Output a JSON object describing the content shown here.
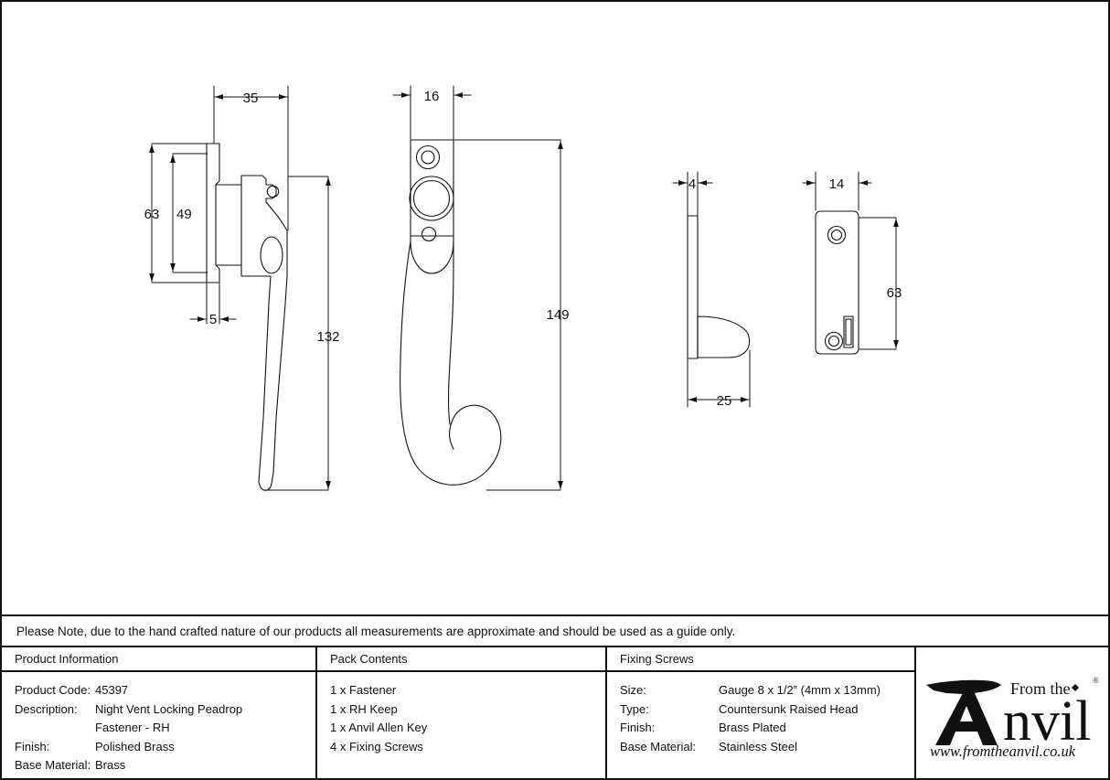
{
  "drawing": {
    "title": "Night Vent Locking Peadrop Fastener - RH technical drawing",
    "views": [
      {
        "name": "side-view-fastener",
        "label": "Fastener side elevation"
      },
      {
        "name": "front-view-fastener",
        "label": "Fastener front elevation"
      },
      {
        "name": "side-view-keep",
        "label": "Keep side elevation"
      },
      {
        "name": "front-view-keep",
        "label": "Keep front elevation"
      }
    ],
    "dimensions": {
      "d35": "35",
      "d63": "63",
      "d49": "49",
      "d5": "5",
      "d132": "132",
      "d16": "16",
      "d149": "149",
      "d4": "4",
      "d25": "25",
      "d14": "14",
      "d63b": "63"
    }
  },
  "note": {
    "text": "Please Note, due to the hand crafted nature of our products all measurements are approximate and should be used as a guide only."
  },
  "product_information": {
    "heading": "Product Information",
    "rows": [
      {
        "label": "Product Code:",
        "value": "45397"
      },
      {
        "label": "Description:",
        "value": "Night Vent Locking Peadrop"
      },
      {
        "label": "",
        "value": "Fastener - RH"
      },
      {
        "label": "Finish:",
        "value": "Polished Brass"
      },
      {
        "label": "Base Material:",
        "value": "Brass"
      }
    ]
  },
  "pack_contents": {
    "heading": "Pack Contents",
    "items": [
      "1 x Fastener",
      "1 x RH Keep",
      "1 x Anvil Allen Key",
      "4 x Fixing Screws"
    ]
  },
  "fixing_screws": {
    "heading": "Fixing Screws",
    "rows": [
      {
        "label": "Size:",
        "value": "Gauge 8 x 1/2” (4mm x 13mm)"
      },
      {
        "label": "Type:",
        "value": "Countersunk Raised Head"
      },
      {
        "label": "Finish:",
        "value": "Brass Plated"
      },
      {
        "label": "Base Material:",
        "value": "Stainless Steel"
      }
    ]
  },
  "logo": {
    "from_the": "From the",
    "anvil": "nvil",
    "registered": "®",
    "url": "www.fromtheanvil.co.uk"
  },
  "colors": {
    "ink": "#111111",
    "background": "#ffffff",
    "line": "#1a1a1a"
  }
}
